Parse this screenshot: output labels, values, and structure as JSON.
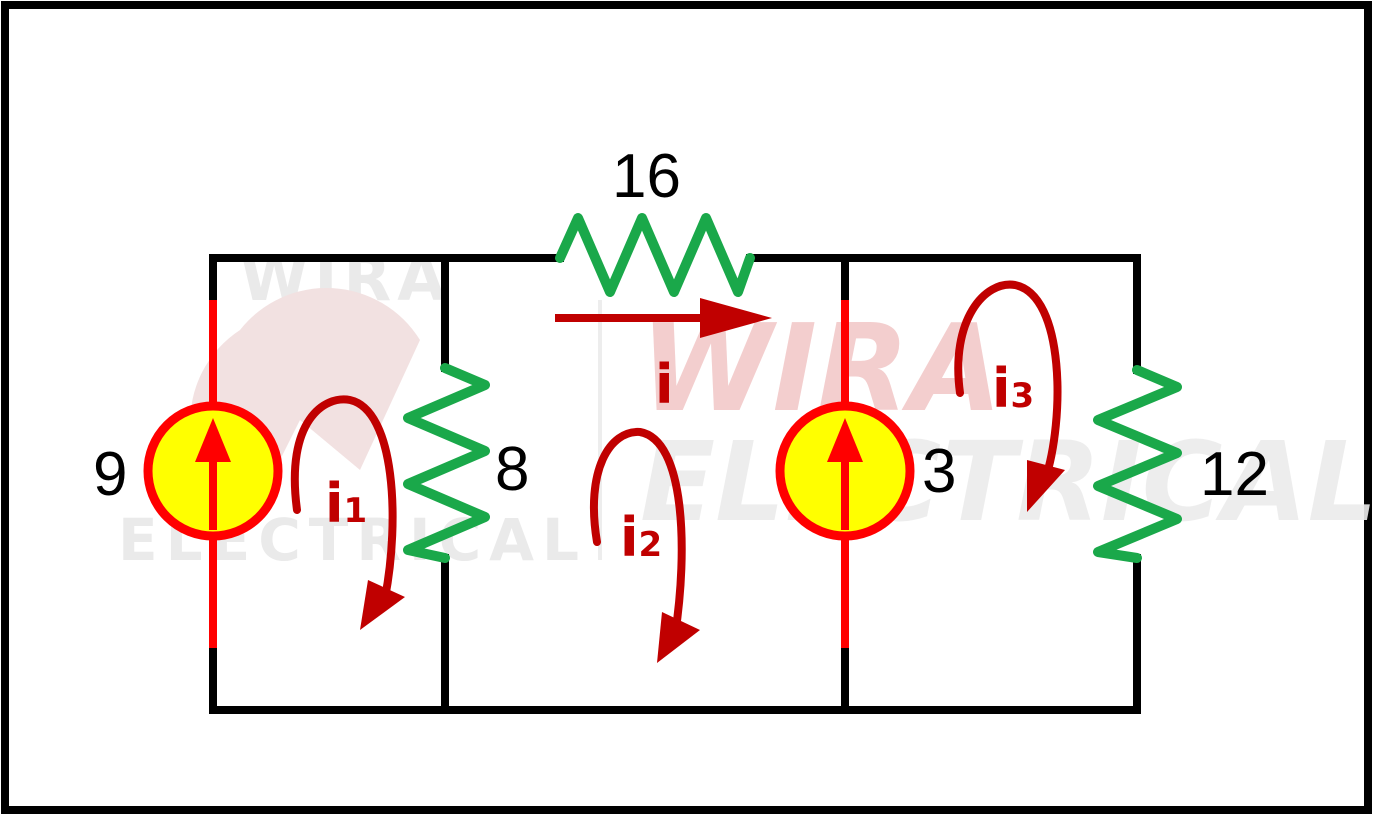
{
  "labels": {
    "source_left_value": "9",
    "resistor_middle_left_value": "8",
    "resistor_top_value": "16",
    "source_right_value": "3",
    "resistor_right_value": "12"
  },
  "currents": {
    "branch_current": "i",
    "mesh1": {
      "base": "i",
      "sub": "1"
    },
    "mesh2": {
      "base": "i",
      "sub": "2"
    },
    "mesh3": {
      "base": "i",
      "sub": "3"
    }
  },
  "watermark": {
    "line1": "WIRA",
    "line2": "ELECTRICAL"
  },
  "colors": {
    "wire": "#000000",
    "source_wire": "#ff0000",
    "resistor": "#1aa84a",
    "source_fill": "#ffff00",
    "arrow": "#c00000",
    "watermark": "#e6e6e6",
    "frame": "#000000"
  },
  "icons": {
    "current_source": "current-source-icon",
    "resistor": "resistor-icon",
    "mesh_arrow": "curved-arrow-icon"
  }
}
